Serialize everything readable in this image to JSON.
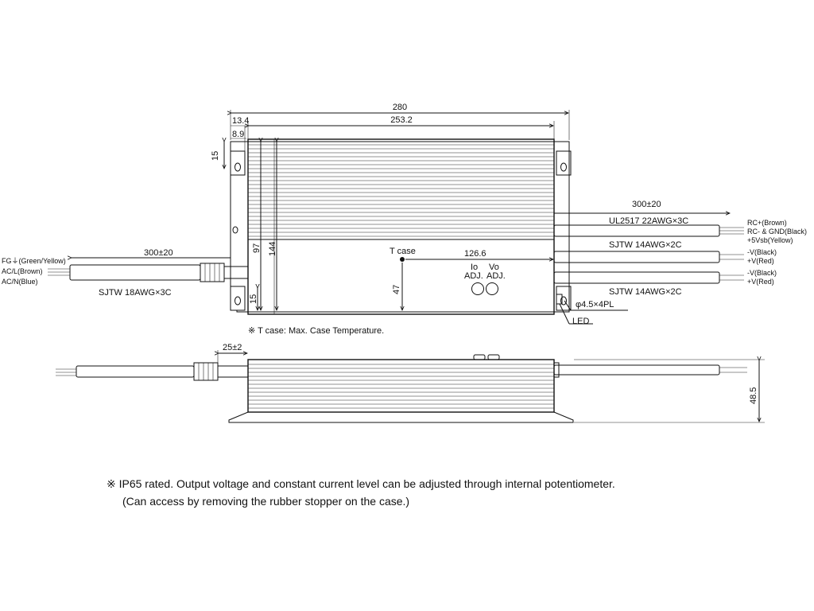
{
  "top_view": {
    "dims": {
      "overall_length": "280",
      "inner_length": "253.2",
      "offset_outer": "13.4",
      "offset_inner": "8.9",
      "tab_height": "15",
      "tab_height_lower": "15",
      "body_height_full": "144",
      "body_height_upper": "97",
      "tcase_height": "47",
      "tcase_dist": "126.6",
      "cable_len_in": "300±20",
      "cable_len_out": "300±20"
    },
    "tcase_label": "T case",
    "pot_io": "Io",
    "pot_vo": "Vo",
    "adj_left": "ADJ.",
    "adj_right": "ADJ.",
    "input_cable": {
      "fg": "FG⏚(Green/Yellow)",
      "acl": "AC/L(Brown)",
      "acn": "AC/N(Blue)",
      "spec": "SJTW 18AWG×3C"
    },
    "output_cables": {
      "signal_spec": "UL2517 22AWG×3C",
      "rc_plus": "RC+(Brown)",
      "rc_minus": "RC- & GND(Black)",
      "vsb": "+5Vsb(Yellow)",
      "power_spec_1": "SJTW 14AWG×2C",
      "v_neg_1": "-V(Black)",
      "v_pos_1": "+V(Red)",
      "v_neg_2": "-V(Black)",
      "v_pos_2": "+V(Red)",
      "power_spec_2": "SJTW 14AWG×2C"
    },
    "hole_spec": "φ4.5×4PL",
    "led_label": "LED",
    "tcase_note": "※ T case: Max. Case Temperature."
  },
  "side_view": {
    "cable_dim": "25±2",
    "height_dim": "48.5"
  },
  "footnote": {
    "line1": "※ IP65 rated. Output voltage and constant current level can be adjusted through internal potentiometer.",
    "line2": "(Can access by removing the rubber stopper on the case.)"
  }
}
